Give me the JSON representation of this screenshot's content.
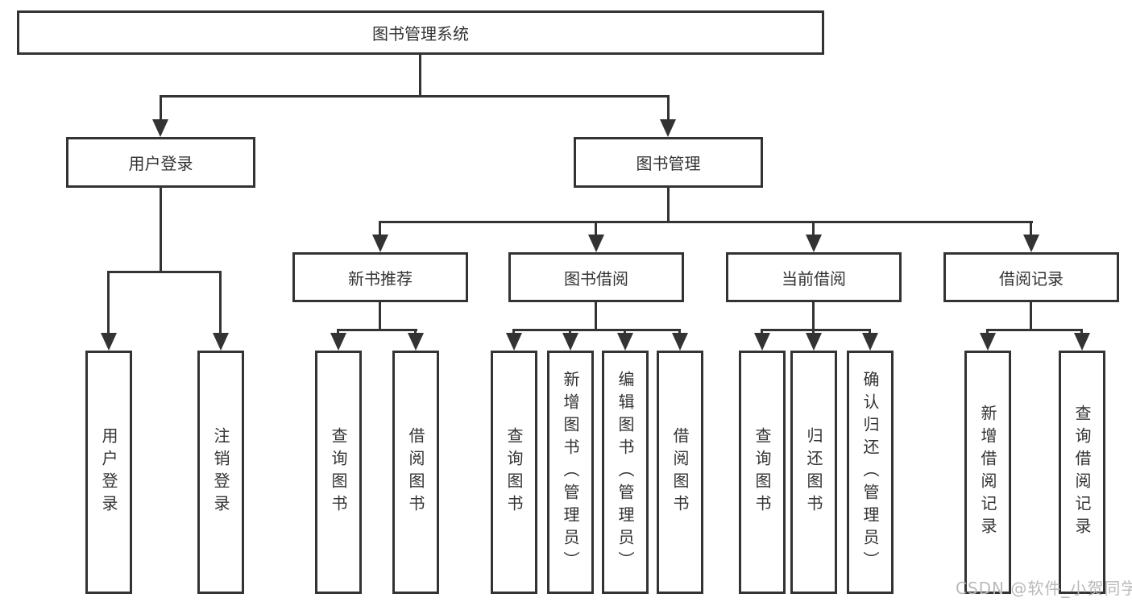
{
  "tree": {
    "root": "图书管理系统",
    "user_login": {
      "label": "用户登录",
      "children": [
        "用户登录",
        "注销登录"
      ]
    },
    "book_mgmt": {
      "label": "图书管理",
      "groups": [
        {
          "label": "新书推荐",
          "children": [
            "查询图书",
            "借阅图书"
          ]
        },
        {
          "label": "图书借阅",
          "children": [
            "查询图书",
            "新增图书（管理员）",
            "编辑图书（管理员）",
            "借阅图书"
          ]
        },
        {
          "label": "当前借阅",
          "children": [
            "查询图书",
            "归还图书",
            "确认归还（管理员）"
          ]
        },
        {
          "label": "借阅记录",
          "children": [
            "新增借阅记录",
            "查询借阅记录"
          ]
        }
      ]
    }
  },
  "watermark": "CSDN @软件_小贺同学",
  "colors": {
    "line": "#333333",
    "text": "#333333",
    "watermark": "#b9b9b9",
    "background": "#ffffff"
  }
}
